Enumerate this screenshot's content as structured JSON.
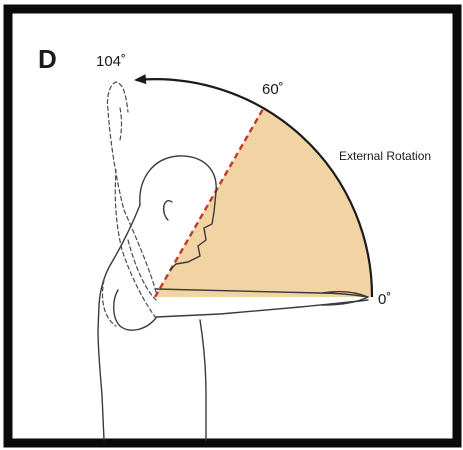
{
  "panel_label": "D",
  "angle_labels": {
    "max": "104˚",
    "mid": "60˚",
    "zero": "0˚"
  },
  "motion_label": "External Rotation",
  "colors": {
    "frame": "#0a0a0a",
    "sector_fill": "#f2d3a3",
    "reference_line": "#c0392b",
    "arrow": "#1a1a1a"
  }
}
